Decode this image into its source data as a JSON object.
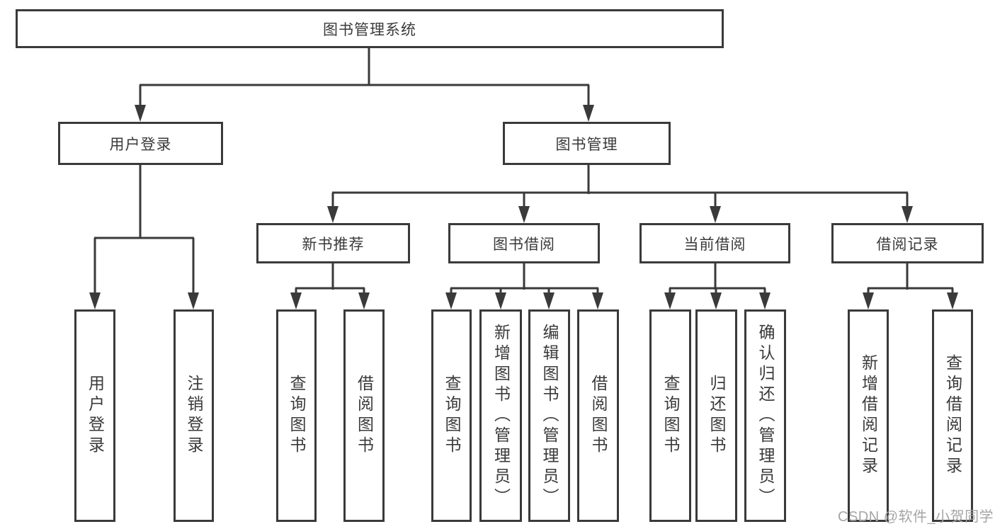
{
  "nodes": {
    "root": {
      "label": "图书管理系统"
    },
    "branches": [
      {
        "label": "用户登录"
      },
      {
        "label": "图书管理"
      }
    ],
    "sections": [
      {
        "label": "新书推荐"
      },
      {
        "label": "图书借阅"
      },
      {
        "label": "当前借阅"
      },
      {
        "label": "借阅记录"
      }
    ],
    "leaves": [
      {
        "label": "用户登录"
      },
      {
        "label": "注销登录"
      },
      {
        "label": "查询图书"
      },
      {
        "label": "借阅图书"
      },
      {
        "label": "查询图书"
      },
      {
        "label": "新增图书（管理员）"
      },
      {
        "label": "编辑图书（管理员）"
      },
      {
        "label": "借阅图书"
      },
      {
        "label": "查询图书"
      },
      {
        "label": "归还图书"
      },
      {
        "label": "确认归还（管理员）"
      },
      {
        "label": "新增借阅记录"
      },
      {
        "label": "查询借阅记录"
      }
    ]
  },
  "watermark": {
    "text": "CSDN @软件_小贺同学"
  },
  "colors": {
    "line": "#3a3a3a",
    "box_border": "#3a3a3a",
    "text": "#3a3a3a",
    "background": "#ffffff",
    "watermark": "#a5a5a5"
  }
}
